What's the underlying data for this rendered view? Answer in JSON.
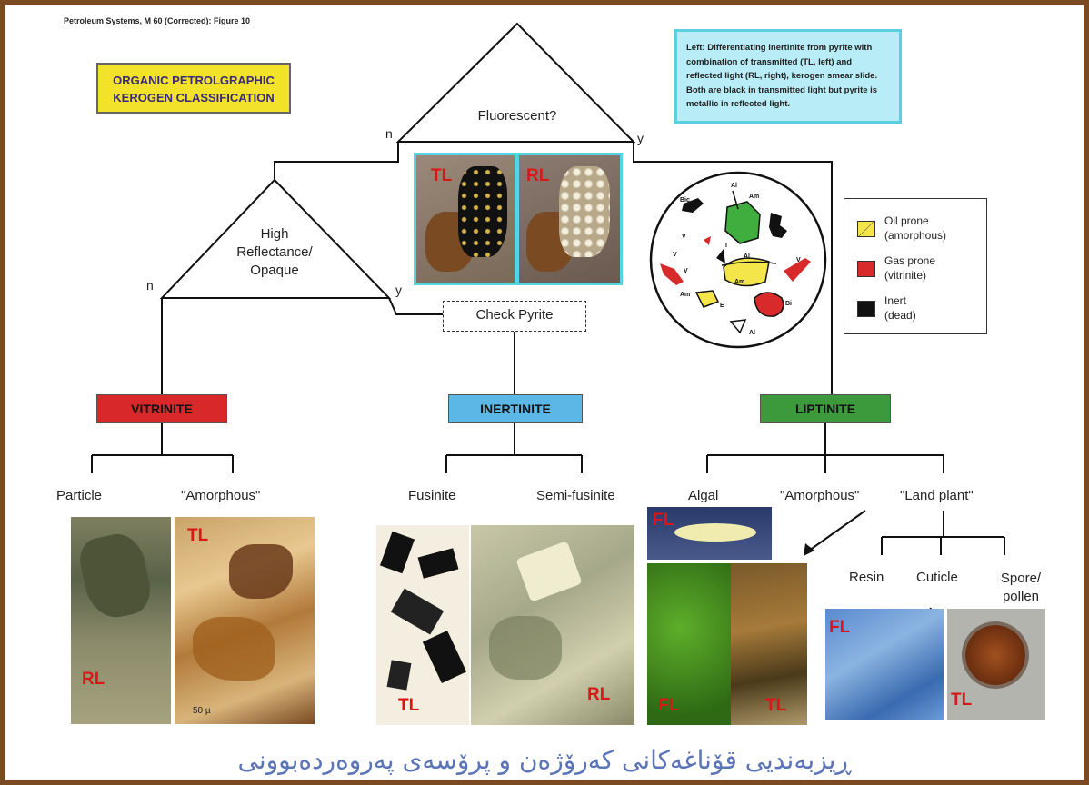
{
  "source": "Petroleum Systems, M 60 (Corrected): Figure 10",
  "title": {
    "line1": "ORGANIC PETROLGRAPHIC",
    "line2": "KEROGEN CLASSIFICATION"
  },
  "note": "Left: Differentiating inertinite from pyrite with combination of transmitted (TL, left) and reflected light (RL, right), kerogen smear slide. Both are black in transmitted light but pyrite is metallic in reflected light.",
  "decisions": {
    "fluorescent": {
      "label": "Fluorescent?",
      "no": "n",
      "yes": "y"
    },
    "reflectance": {
      "line1": "High",
      "line2": "Reflectance/",
      "line3": "Opaque",
      "no": "n",
      "yes": "y"
    },
    "check_pyrite": "Check Pyrite"
  },
  "categories": {
    "vitrinite": "VITRINITE",
    "inertinite": "INERTINITE",
    "liptinite": "LIPTINITE"
  },
  "subtypes": {
    "vitrinite": [
      "Particle",
      "\"Amorphous\""
    ],
    "inertinite": [
      "Fusinite",
      "Semi-fusinite"
    ],
    "liptinite": [
      "Algal",
      "\"Amorphous\"",
      "\"Land plant\""
    ],
    "land_plant": [
      "Resin",
      "Cuticle",
      "Spore/\npollen"
    ]
  },
  "photo_labels": {
    "pyrite_tl": "TL",
    "pyrite_rl": "RL",
    "particle": "RL",
    "amorphous_vit": "TL",
    "scale": "50 µ",
    "fusinite": "TL",
    "semifusinite": "RL",
    "algal": "FL",
    "amorphous_lipt_1": "FL",
    "amorphous_lipt_2": "TL",
    "cuticle": "FL",
    "spore": "TL"
  },
  "legend": [
    {
      "label_line1": "Oil prone",
      "label_line2": "(amorphous)",
      "color": "#f4e64a"
    },
    {
      "label_line1": "Gas prone",
      "label_line2": "(vitrinite)",
      "color": "#d82a2a"
    },
    {
      "label_line1": "Inert",
      "label_line2": "(dead)",
      "color": "#111111"
    }
  ],
  "circle_labels": [
    "Bic",
    "Al",
    "Am",
    "V",
    "I",
    "V",
    "Al",
    "Am",
    "V",
    "Am",
    "V",
    "E",
    "Bi",
    "I",
    "Al"
  ],
  "footer": "ڕیزبەندیی قۆناغەکانی کەرۆژەن و پرۆسەی پەروەردەبوونی",
  "colors": {
    "frame": "#7a4a22",
    "vitrinite": "#d8282a",
    "inertinite": "#5bb8e6",
    "liptinite": "#3c9a3c",
    "title_bg": "#f2e22a",
    "note_bg": "#b8ecf6",
    "footer_text": "#5b74b8"
  }
}
